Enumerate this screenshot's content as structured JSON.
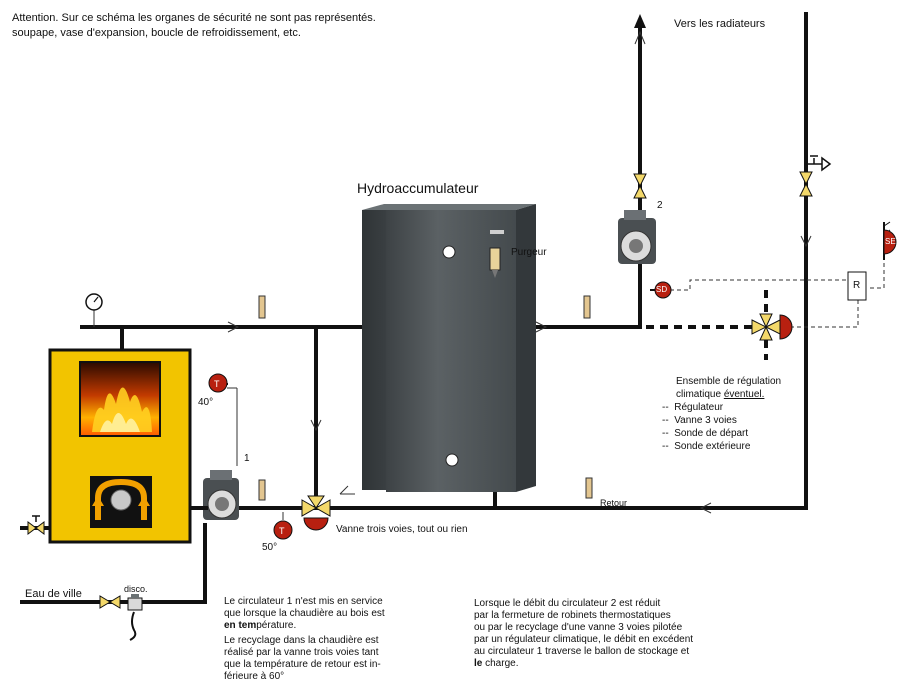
{
  "note": {
    "line1": "Attention. Sur ce schéma les organes de sécurité ne sont pas représentés.",
    "line2": "soupape, vase d'expansion, boucle de refroidissement, etc."
  },
  "labels": {
    "radiators": "Vers les radiateurs",
    "tank": "Hydroaccumulateur",
    "purge": "Purgeur",
    "pump2": "2",
    "pump1": "1",
    "temp_top": "40°",
    "temp_bottom": "50°",
    "valve3": "Vanne trois voies, tout ou rien",
    "return": "Retour",
    "city_water": "Eau de ville",
    "disco": "disco.",
    "sd": "SD",
    "se": "SE",
    "r": "R"
  },
  "regulation": {
    "title1": "Ensemble de régulation",
    "title2a": "climatique ",
    "title2b": "éventuel.",
    "items": [
      "Régulateur",
      "Vanne 3 voies",
      "Sonde de départ",
      "Sonde extérieure"
    ]
  },
  "explain_left": {
    "p1_l1": "Le circulateur 1 n'est mis en service",
    "p1_l2": "que lorsque la chaudière au bois est",
    "p1_l3a": "en tem",
    "p1_l3b": "pérature.",
    "p2_l1": "Le recyclage dans la chaudière est",
    "p2_l2": "réalisé par la vanne trois voies tant",
    "p2_l3": "que la température de retour est in-",
    "p2_l4": "férieure à 60°"
  },
  "explain_right": {
    "l1": "Lorsque le débit du circulateur 2 est réduit",
    "l2": "par la fermeture de robinets thermostatiques",
    "l3": "ou par le recyclage d'une vanne 3 voies pilotée",
    "l4": "par un régulateur climatique, le débit en excédent",
    "l5": "au circulateur 1 traverse le ballon de stockage et",
    "l6a": "le",
    "l6b": " charge."
  },
  "colors": {
    "pipe": "#111111",
    "boiler": "#f2c400",
    "tank": "#4f5558",
    "sensor": "#b82010",
    "valve": "#f3d86a"
  }
}
